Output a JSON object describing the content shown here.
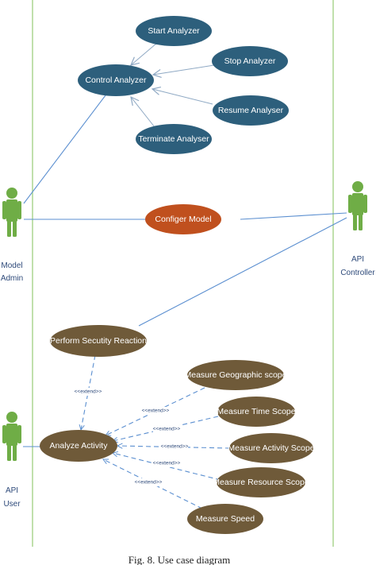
{
  "colors": {
    "boundary": "#9fcf7f",
    "actor": "#6fad46",
    "association": "#5b8fd0",
    "control_usecase": "#2d5f7c",
    "config_usecase": "#c0501e",
    "activity_usecase": "#6f5a39",
    "extend_arrow": "#5b8fd0",
    "actor_label": "#2e4a7a"
  },
  "actors": {
    "model_admin": {
      "lines": [
        "Model",
        "Admin"
      ],
      "icon": "stick-figure-icon"
    },
    "api_controller": {
      "lines": [
        "API",
        "Controller"
      ],
      "icon": "stick-figure-icon"
    },
    "api_user": {
      "lines": [
        "API",
        "User"
      ],
      "icon": "stick-figure-icon"
    }
  },
  "use_cases": {
    "start_analyzer": "Start Analyzer",
    "stop_analyzer": "Stop Analyzer",
    "control_analyzer": "Control Analyzer",
    "resume_analyser": "Resume Analyser",
    "terminate_analyser": "Terminate Analyser",
    "configer_model": "Configer Model",
    "perform_security_reaction": "Perform Secutity Reaction",
    "analyze_activity": "Analyze Activity",
    "measure_geographic_scope": "Measure Geographic scope",
    "measure_time_scope": "Measure Time Scope",
    "measure_activity_scope": "Measure Activity Scope",
    "measure_resource_scope": "Measure Resource Scope",
    "measure_speed": "Measure Speed"
  },
  "extend_label": "<<extend>>",
  "caption": "Fig. 8.   Use case diagram"
}
